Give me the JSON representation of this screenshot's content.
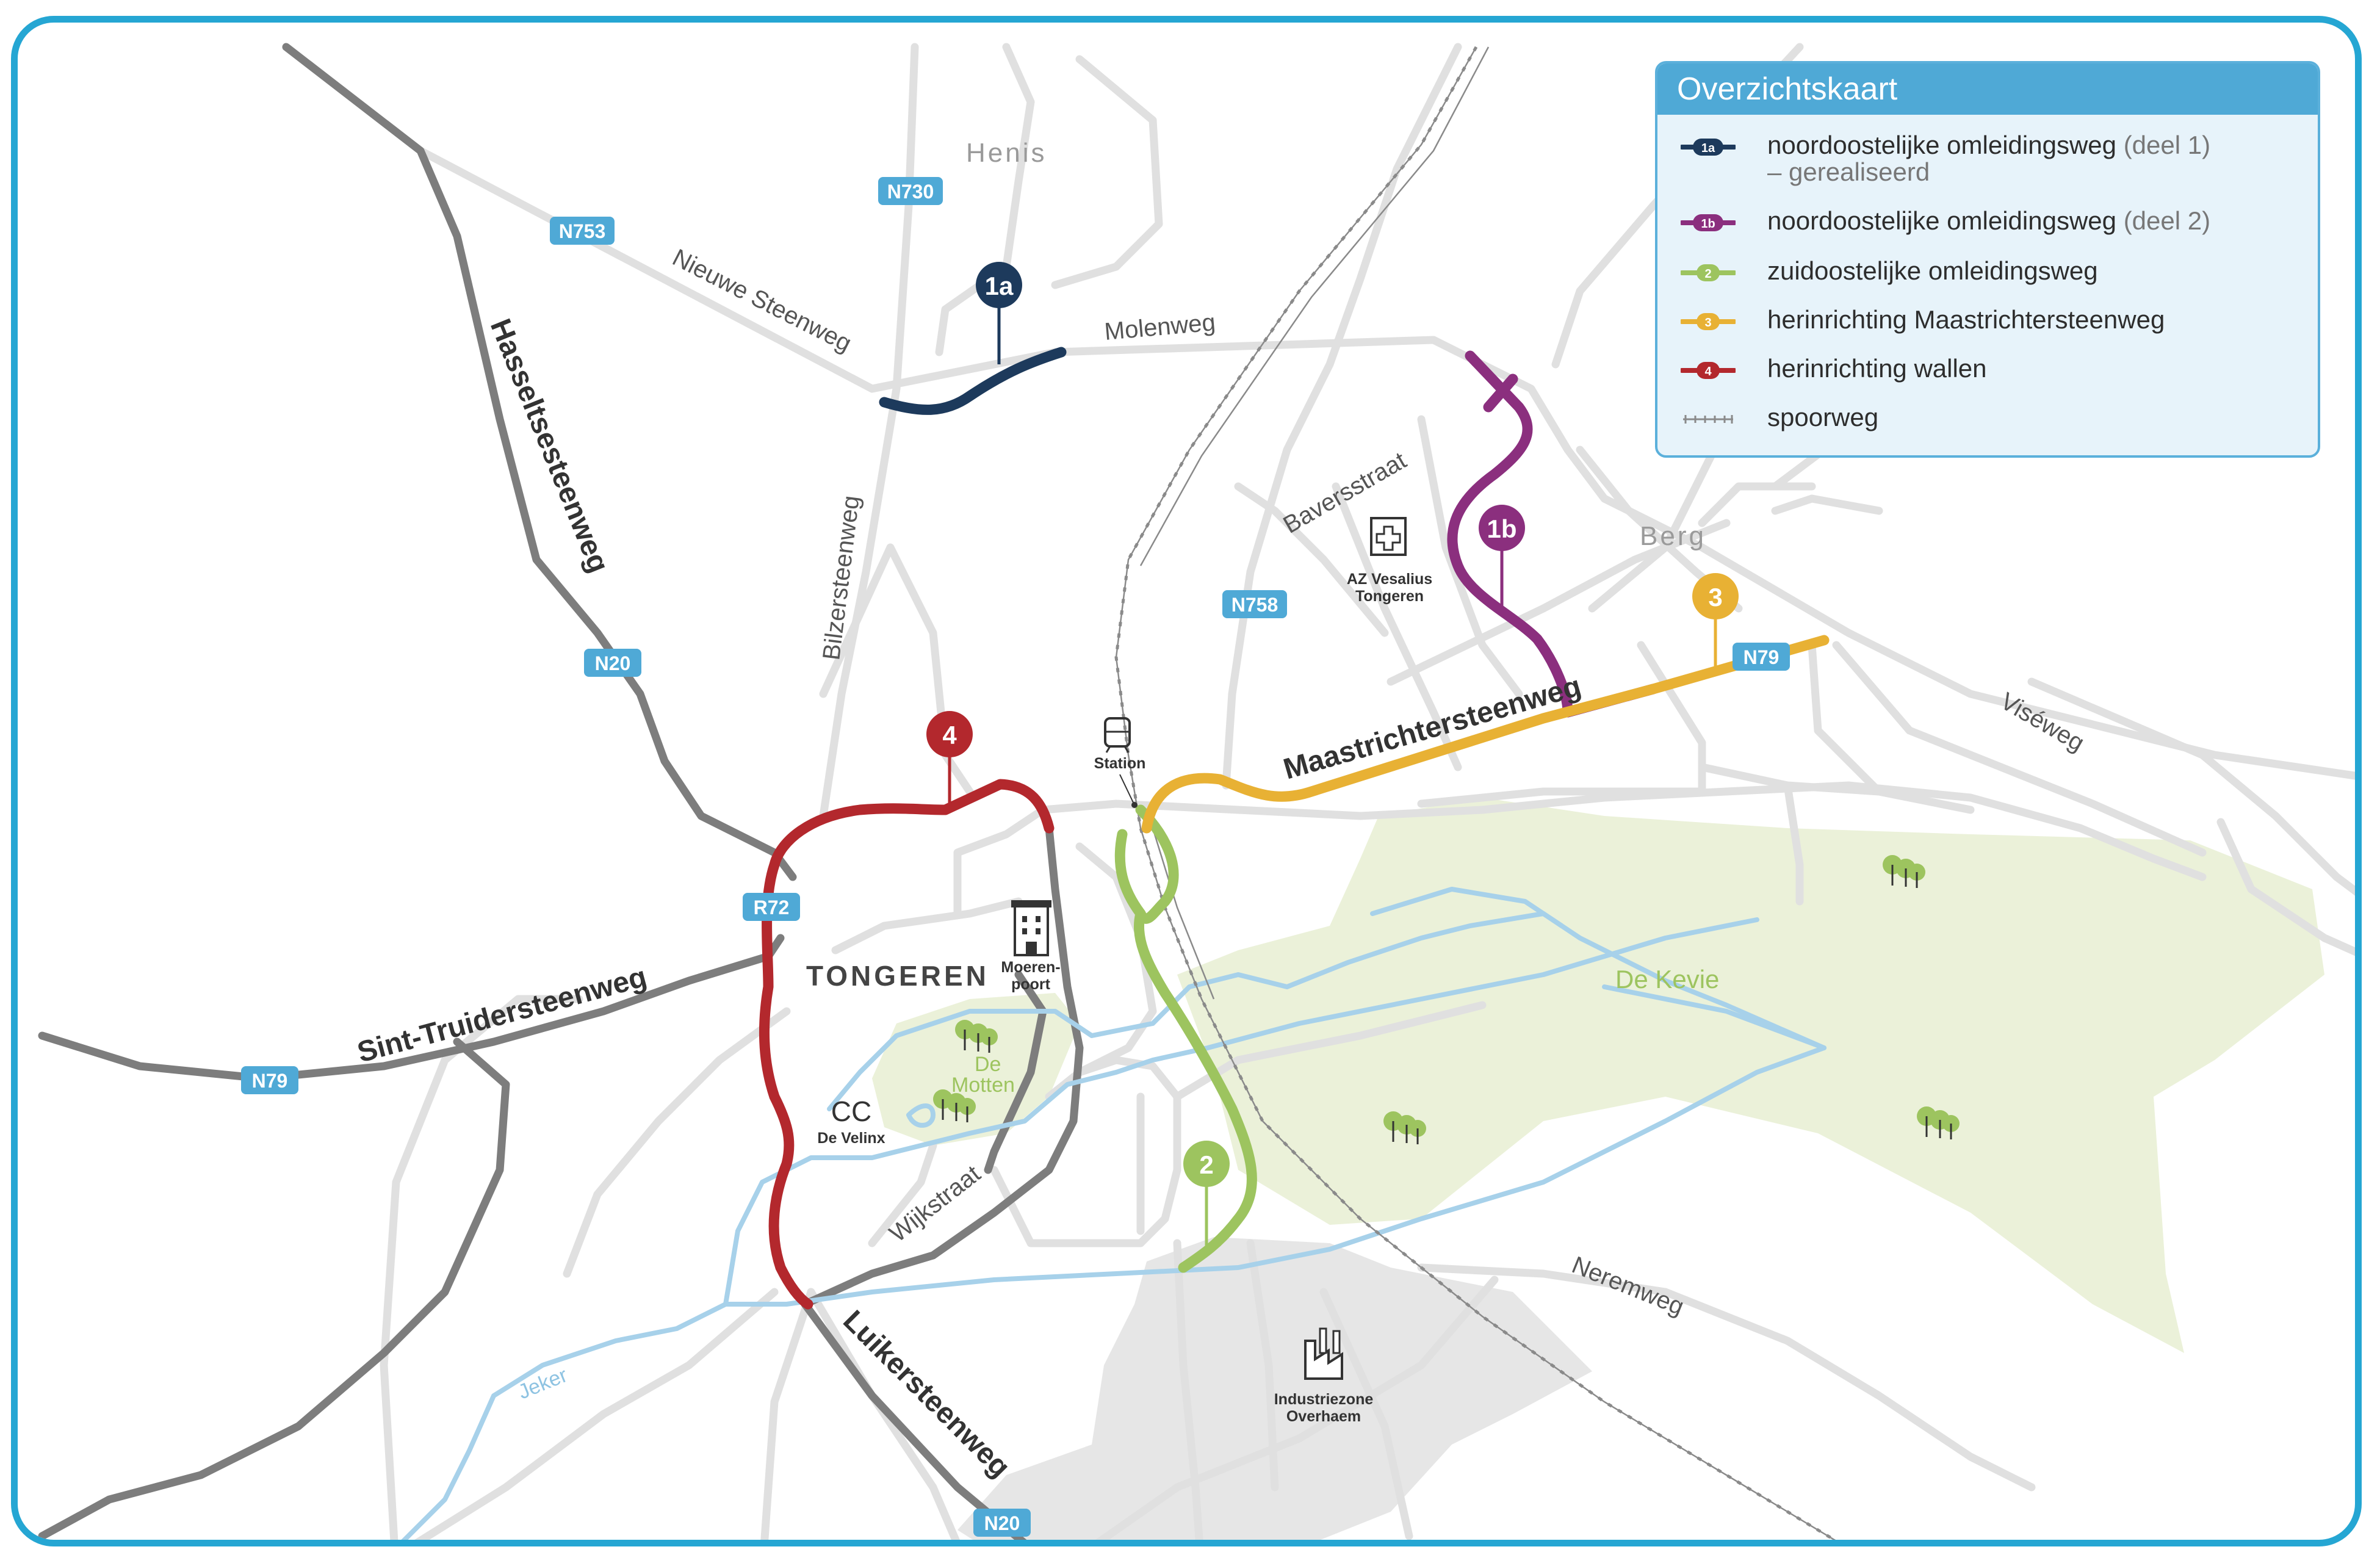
{
  "legend": {
    "title": "Overzichtskaart",
    "items": [
      {
        "code": "1a",
        "color": "#1d3a5c",
        "text": "noordoostelijke omleidingsweg",
        "extra": "(deel 1)",
        "line2": "– gerealiseerd"
      },
      {
        "code": "1b",
        "color": "#8b2f7e",
        "text": "noordoostelijke omleidingsweg",
        "extra": "(deel 2)"
      },
      {
        "code": "2",
        "color": "#9dc45f",
        "text": "zuidoostelijke omleidingsweg"
      },
      {
        "code": "3",
        "color": "#e8b134",
        "text": "herinrichting Maastrichtersteenweg"
      },
      {
        "code": "4",
        "color": "#b3282d",
        "text": "herinrichting wallen"
      },
      {
        "code": "",
        "color": "#8a8a8a",
        "text": "spoorweg"
      }
    ]
  },
  "road_badges": {
    "n730": "N730",
    "n753": "N753",
    "n758": "N758",
    "n79_east": "N79",
    "n79_west": "N79",
    "n20_north": "N20",
    "n20_south": "N20",
    "r72": "R72"
  },
  "road_names": {
    "nieuwe_steenweg": "Nieuwe Steenweg",
    "molenweg": "Molenweg",
    "hasseltsesteenweg": "Hasseltsesteenweg",
    "bilzersteenweg": "Bilzersteenweg",
    "baversstraat": "Baversstraat",
    "maastrichtersteenweg": "Maastrichtersteenweg",
    "viseweg": "Viséweg",
    "sint_truidersteenweg": "Sint-Truidersteenweg",
    "wijkstraat": "Wijkstraat",
    "luikersteenweg": "Luikersteenweg",
    "neremweg": "Neremweg",
    "jeker": "Jeker"
  },
  "places": {
    "henis": "Henis",
    "berg": "Berg",
    "tongeren": "TONGEREN",
    "de_kevie": "De Kevie",
    "de_motten_1": "De",
    "de_motten_2": "Motten"
  },
  "pois": {
    "hospital_1": "AZ Vesalius",
    "hospital_2": "Tongeren",
    "station": "Station",
    "moerenpoort_1": "Moeren-",
    "moerenpoort_2": "poort",
    "cc_icon": "CC",
    "cc_name": "De Velinx",
    "industry_1": "Industriezone",
    "industry_2": "Overhaem"
  },
  "pins": {
    "p1a": "1a",
    "p1b": "1b",
    "p2": "2",
    "p3": "3",
    "p4": "4"
  },
  "colors": {
    "frame": "#25a6d3",
    "badge": "#4fa9d6",
    "route_1a": "#1d3a5c",
    "route_1b": "#8b2f7e",
    "route_2": "#9dc45f",
    "route_3": "#e8b134",
    "route_4": "#b3282d",
    "green_area": "#ebf1d9",
    "industry_area": "#e6e6e6",
    "river": "#a7d1ea"
  }
}
